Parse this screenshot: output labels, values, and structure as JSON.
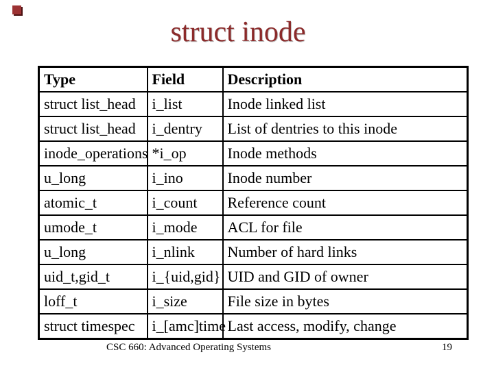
{
  "slide": {
    "title": "struct inode",
    "footer": "CSC 660: Advanced Operating Systems",
    "page_number": "19",
    "title_color": "#8b2a2a",
    "accent_square_color": "#9c3233",
    "table_border_color": "#000000"
  },
  "table": {
    "columns": [
      "Type",
      "Field",
      "Description"
    ],
    "rows": [
      [
        "struct list_head",
        "i_list",
        "Inode linked list"
      ],
      [
        "struct list_head",
        "i_dentry",
        "List of dentries to this inode"
      ],
      [
        "inode_operations",
        "*i_op",
        "Inode methods"
      ],
      [
        "u_long",
        "i_ino",
        "Inode number"
      ],
      [
        "atomic_t",
        "i_count",
        "Reference count"
      ],
      [
        "umode_t",
        "i_mode",
        "ACL for file"
      ],
      [
        "u_long",
        "i_nlink",
        "Number of hard links"
      ],
      [
        "uid_t,gid_t",
        "i_{uid,gid}",
        "UID and GID of owner"
      ],
      [
        "loff_t",
        "i_size",
        "File size in bytes"
      ],
      [
        "struct timespec",
        "i_[amc]time",
        "Last access, modify, change"
      ]
    ]
  }
}
